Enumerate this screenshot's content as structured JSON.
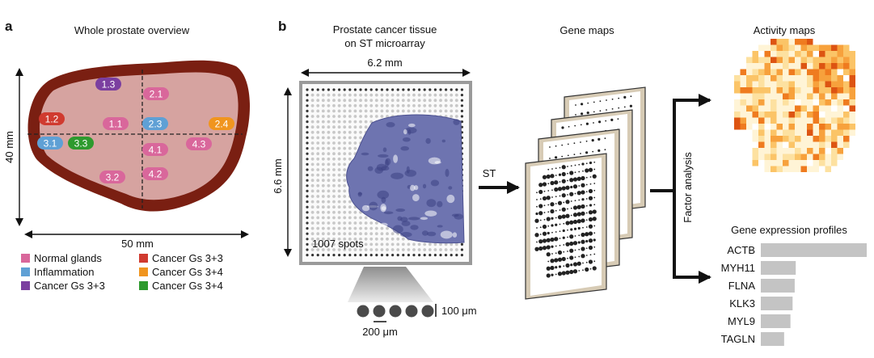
{
  "panel_a": {
    "letter": "a",
    "title": "Whole prostate overview",
    "height_label": "40 mm",
    "width_label": "50 mm",
    "regions": [
      {
        "label": "1.3",
        "color": "#7b3fa0"
      },
      {
        "label": "2.1",
        "color": "#d9679b"
      },
      {
        "label": "1.2",
        "color": "#d03a2f"
      },
      {
        "label": "1.1",
        "color": "#d9679b"
      },
      {
        "label": "2.3",
        "color": "#5fa0d5"
      },
      {
        "label": "2.4",
        "color": "#f0951f"
      },
      {
        "label": "3.1",
        "color": "#5fa0d5"
      },
      {
        "label": "3.3",
        "color": "#2e9a2e"
      },
      {
        "label": "4.1",
        "color": "#d9679b"
      },
      {
        "label": "4.3",
        "color": "#d9679b"
      },
      {
        "label": "3.2",
        "color": "#d9679b"
      },
      {
        "label": "4.2",
        "color": "#d9679b"
      }
    ],
    "legend": [
      {
        "label": "Normal glands",
        "color": "#d9679b"
      },
      {
        "label": "Cancer Gs 3+3",
        "color": "#d03a2f"
      },
      {
        "label": "Inflammation",
        "color": "#5fa0d5"
      },
      {
        "label": "Cancer Gs 3+4",
        "color": "#f0951f"
      },
      {
        "label": "Cancer Gs 3+3",
        "color": "#7b3fa0"
      },
      {
        "label": "Cancer Gs 3+4",
        "color": "#2e9a2e"
      }
    ]
  },
  "panel_b": {
    "letter": "b",
    "tissue_title_line1": "Prostate cancer tissue",
    "tissue_title_line2": "on ST microarray",
    "width_label": "6.2 mm",
    "height_label": "6.6 mm",
    "spots_label": "1007 spots",
    "spot_size_label": "100 μm",
    "spot_spacing_label": "200 μm",
    "st_label": "ST",
    "gene_maps_title": "Gene maps",
    "factor_label": "Factor analysis",
    "activity_title": "Activity maps",
    "profiles_title": "Gene expression profiles",
    "genes": [
      {
        "name": "ACTB",
        "value": 1.0
      },
      {
        "name": "MYH11",
        "value": 0.33
      },
      {
        "name": "FLNA",
        "value": 0.32
      },
      {
        "name": "KLK3",
        "value": 0.3
      },
      {
        "name": "MYL9",
        "value": 0.28
      },
      {
        "name": "TAGLN",
        "value": 0.22
      }
    ]
  }
}
